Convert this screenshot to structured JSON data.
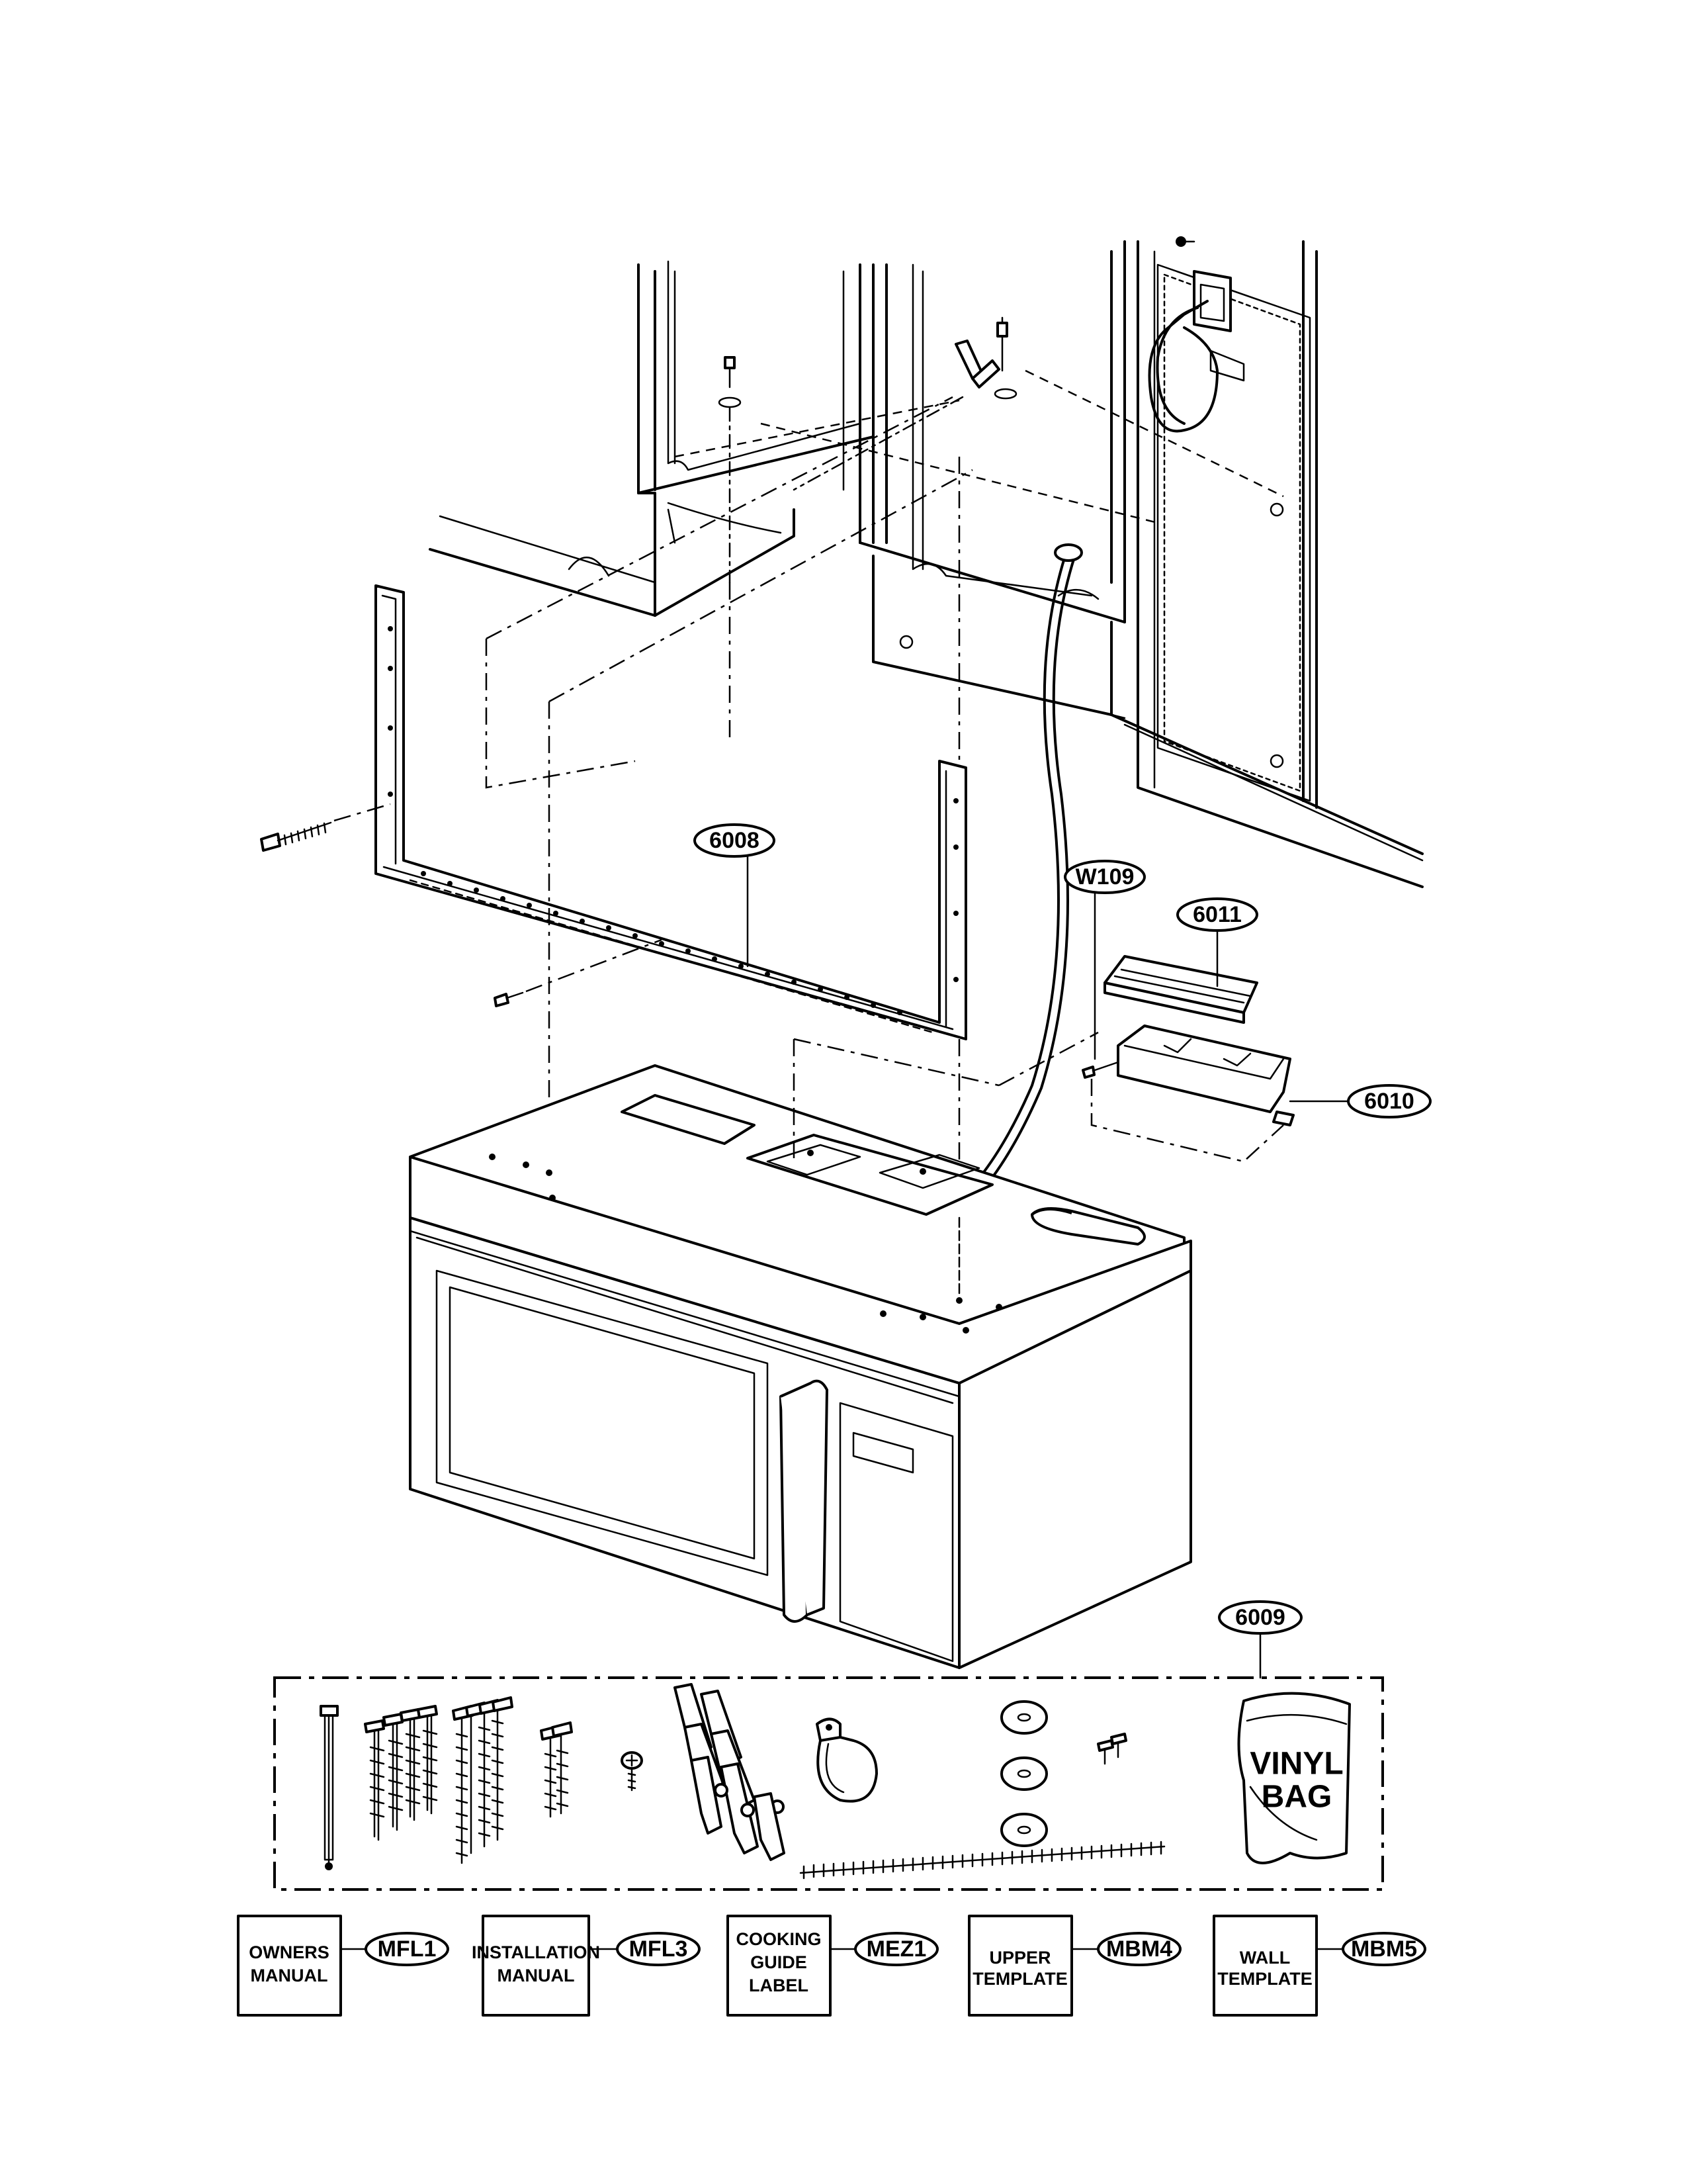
{
  "callouts": {
    "wall_plate": "6008",
    "power_cord": "W109",
    "damper_cover": "6011",
    "damper_box": "6010",
    "parts_bag": "6009"
  },
  "vinyl_bag": {
    "line1": "VINYL",
    "line2": "BAG"
  },
  "documents": [
    {
      "lines": [
        "OWNERS",
        "MANUAL"
      ],
      "code": "MFL1"
    },
    {
      "lines": [
        "INSTALLATION",
        "MANUAL"
      ],
      "code": "MFL3"
    },
    {
      "lines": [
        "COOKING",
        "GUIDE",
        "LABEL"
      ],
      "code": "MEZ1"
    },
    {
      "lines": [
        "UPPER",
        "TEMPLATE"
      ],
      "code": "MBM4"
    },
    {
      "lines": [
        "WALL",
        "TEMPLATE"
      ],
      "code": "MBM5"
    }
  ]
}
